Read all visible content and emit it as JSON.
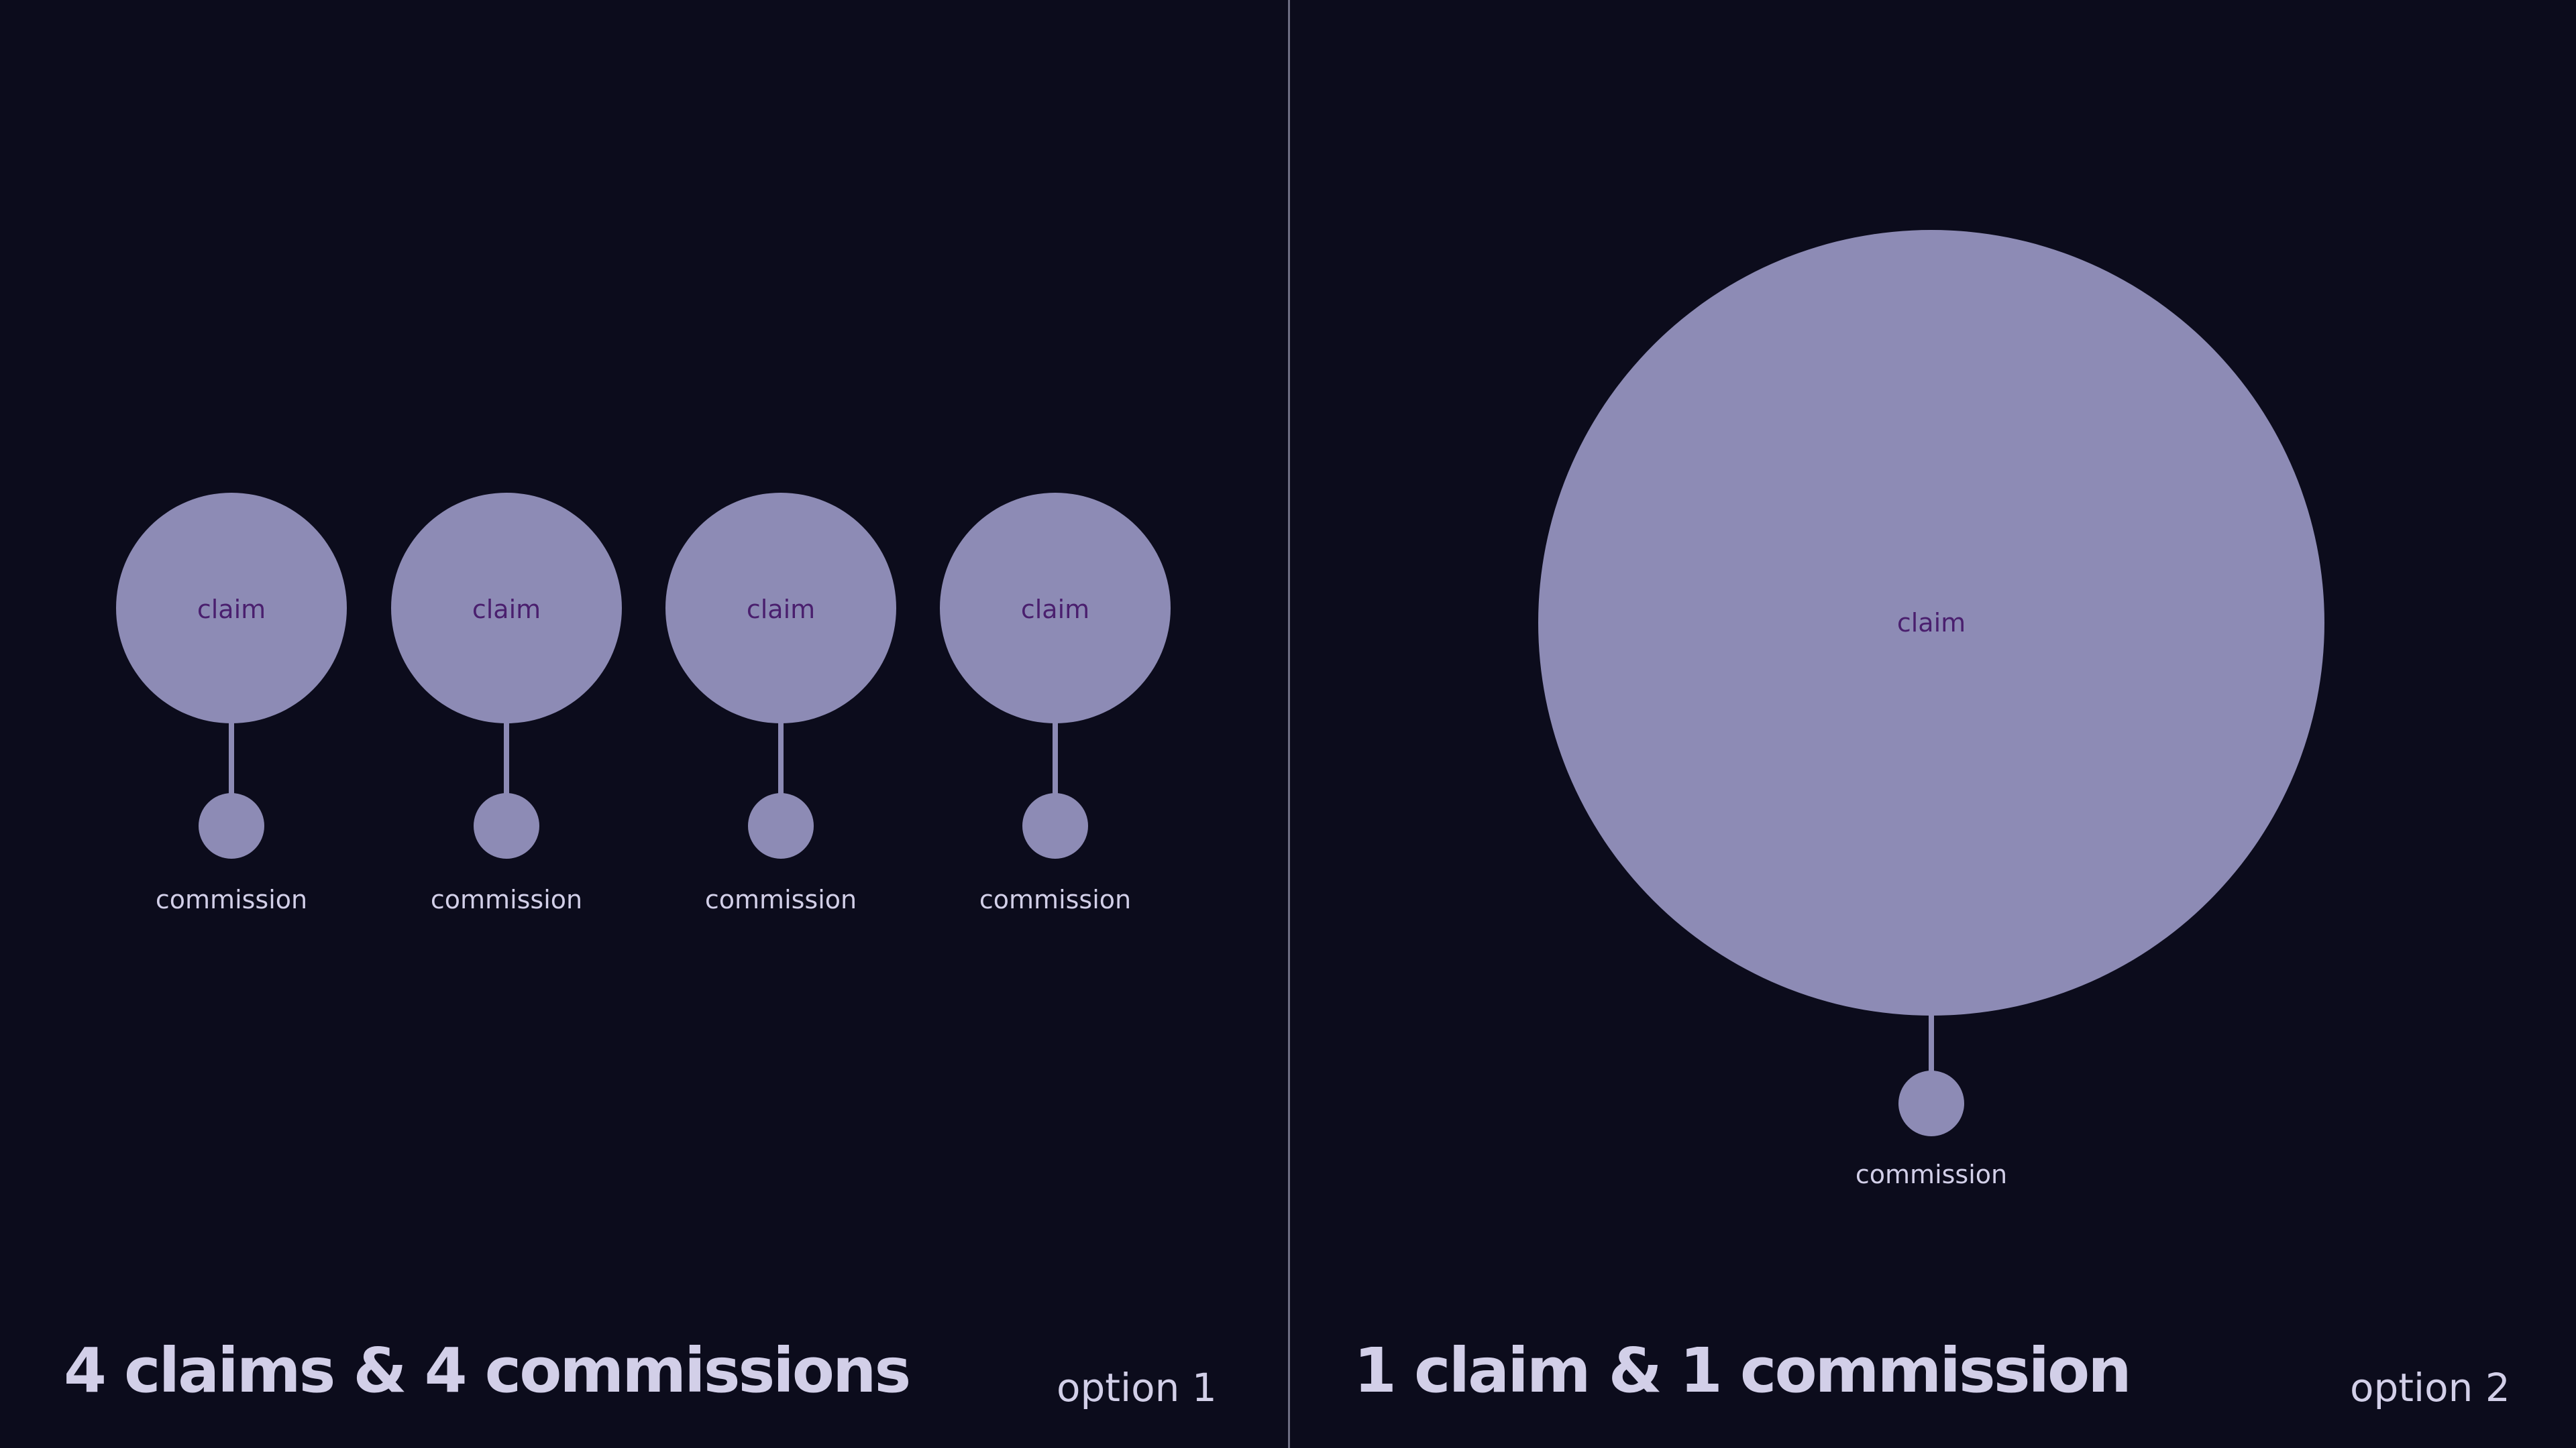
{
  "colors": {
    "background": "#0c0c1c",
    "claim_fill": "#8d8bb5",
    "claim_text": "#4a1f6e",
    "commission_fill": "#8d8bb5",
    "commission_text": "#d2cfe8",
    "connector": "#8d8bb5",
    "heading_text": "#d2cfe8"
  },
  "option1": {
    "title": "4 claims & 4 commissions",
    "option_label": "option 1",
    "items": [
      {
        "claim_label": "claim",
        "commission_label": "commission"
      },
      {
        "claim_label": "claim",
        "commission_label": "commission"
      },
      {
        "claim_label": "claim",
        "commission_label": "commission"
      },
      {
        "claim_label": "claim",
        "commission_label": "commission"
      }
    ]
  },
  "option2": {
    "title": "1 claim & 1 commission",
    "option_label": "option 2",
    "items": [
      {
        "claim_label": "claim",
        "commission_label": "commission"
      }
    ]
  }
}
